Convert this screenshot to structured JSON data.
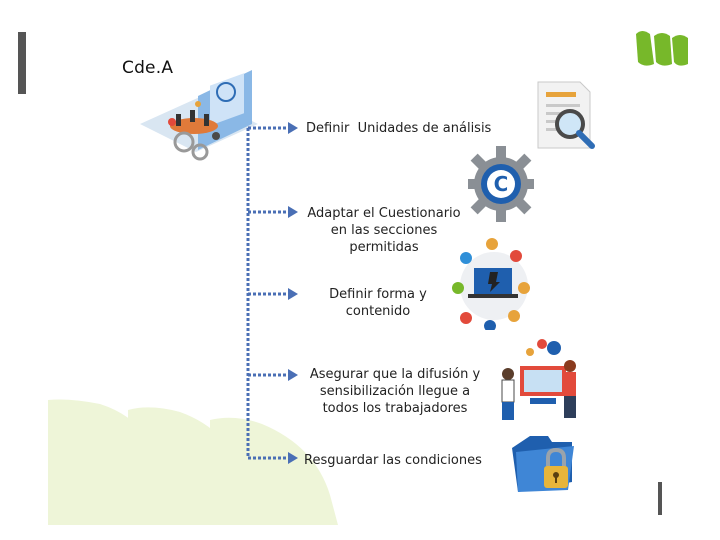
{
  "diagram": {
    "title": "Cde.A",
    "steps": [
      {
        "label": "Definir  Unidades de análisis",
        "icon": "document-magnifier-icon"
      },
      {
        "label": "Adaptar el Cuestionario en las secciones permitidas",
        "icon": "gear-c-icon"
      },
      {
        "label": "Definir forma y contenido",
        "icon": "network-laptop-icon"
      },
      {
        "label": "Asegurar que la difusión y sensibilización llegue a todos los trabajadores",
        "icon": "people-presentation-icon"
      },
      {
        "label": "Resguardar las condiciones",
        "icon": "locked-folder-icon"
      }
    ],
    "hero_icon": "meeting-room-illustration",
    "logo_icon": "brand-stripes-logo",
    "colors": {
      "connector": "#4a6fb5",
      "logo_green": "#77b82a",
      "watermark": "#eef5d8",
      "bar": "#555555"
    }
  }
}
